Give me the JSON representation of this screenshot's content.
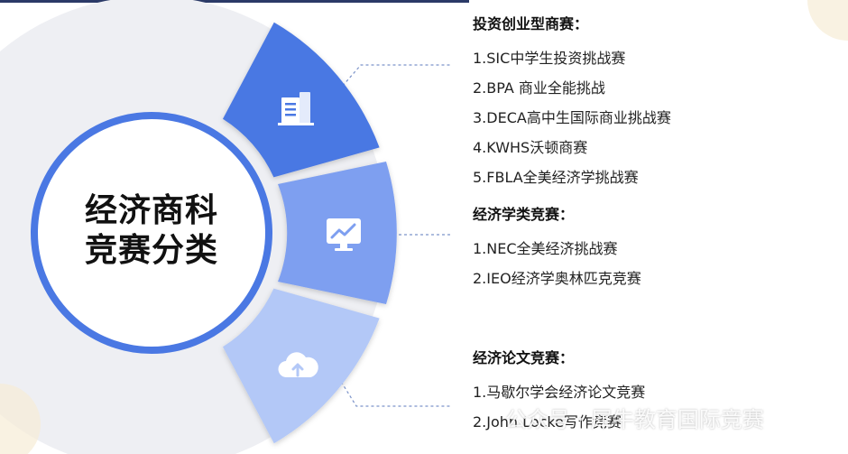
{
  "center": {
    "line1": "经济商科",
    "line2": "竞赛分类"
  },
  "groups": [
    {
      "title": "投资创业型商赛：",
      "icon": "building-icon",
      "items": [
        "1.SIC中学生投资挑战赛",
        "2.BPA 商业全能挑战",
        "3.DECA高中生国际商业挑战赛",
        "4.KWHS沃顿商赛",
        "5.FBLA全美经济学挑战赛"
      ]
    },
    {
      "title": "经济学类竞赛：",
      "icon": "chart-monitor-icon",
      "items": [
        "1.NEC全美经济挑战赛",
        "2.IEO经济学奥林匹克竞赛"
      ]
    },
    {
      "title": "经济论文竞赛：",
      "icon": "cloud-upload-icon",
      "items": [
        "1.马歇尔学会经济论文竞赛",
        "2.John Locke写作竞赛"
      ]
    }
  ],
  "watermark": "公众号 · 犀牛教育国际竞赛",
  "colors": {
    "segment1": "#4a78e3",
    "segment2": "#7e9ff0",
    "segment3": "#b3c8f7",
    "ring": "#4a78e3",
    "connector": "#7c93c9"
  }
}
